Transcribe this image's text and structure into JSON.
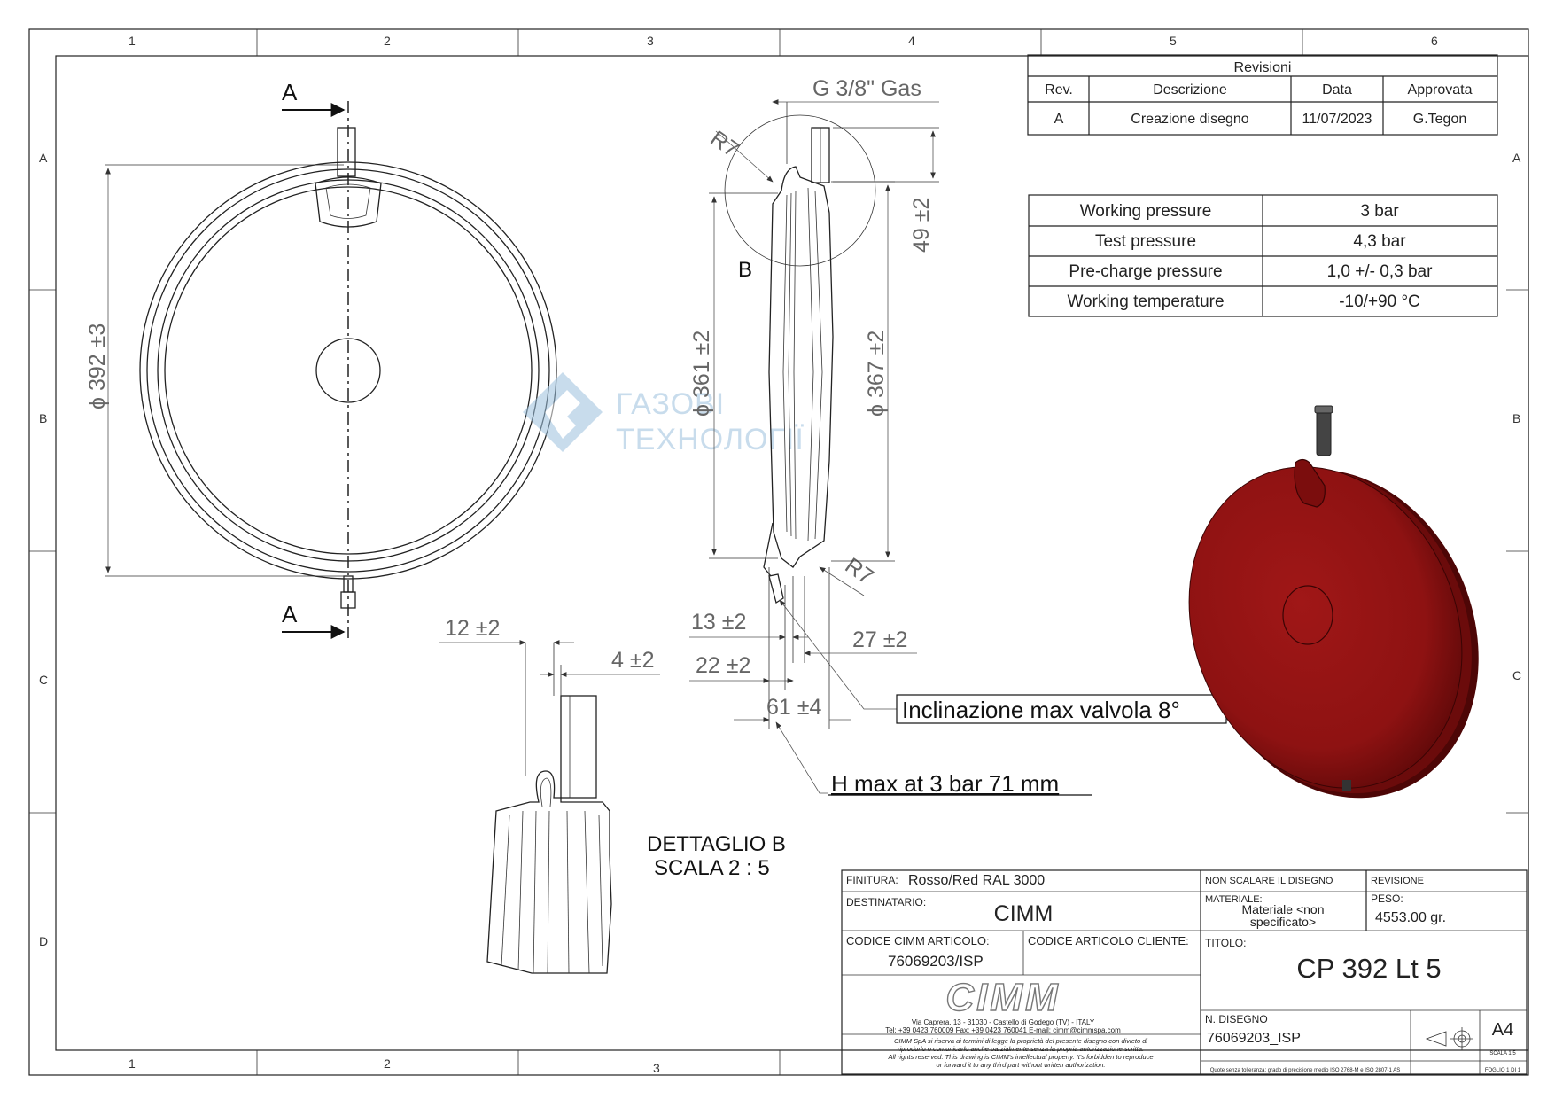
{
  "grid": {
    "columns": [
      "1",
      "2",
      "3",
      "4",
      "5",
      "6"
    ],
    "rows": [
      "A",
      "B",
      "C",
      "D"
    ]
  },
  "views": {
    "section_marker": "A",
    "detail_marker": "B",
    "detail_title_line1": "DETTAGLIO B",
    "detail_title_line2": "SCALA 2 : 5"
  },
  "dimensions": {
    "diameter_outer": "392 ±3",
    "diameter_361": "361 ±2",
    "diameter_367": "367 ±2",
    "connection_thread": "G 3/8\" Gas",
    "radius_top": "R7",
    "radius_bottom": "R7",
    "height_49": "49 ±2",
    "dim_12": "12 ±2",
    "dim_4": "4 ±2",
    "dim_13": "13 ±2",
    "dim_22": "22 ±2",
    "dim_27": "27 ±2",
    "dim_61": "61 ±4"
  },
  "callouts": {
    "valve_inclination": "Inclinazione max valvola 8°",
    "h_max": "H max at 3 bar 71 mm"
  },
  "watermark": {
    "line1": "ГАЗОВІ",
    "line2": "ТЕХНОЛОГІЇ"
  },
  "revisions": {
    "title": "Revisioni",
    "headers": [
      "Rev.",
      "Descrizione",
      "Data",
      "Approvata"
    ],
    "rows": [
      [
        "A",
        "Creazione disegno",
        "11/07/2023",
        "G.Tegon"
      ]
    ]
  },
  "specs": [
    {
      "label": "Working pressure",
      "value": "3 bar"
    },
    {
      "label": "Test pressure",
      "value": "4,3 bar"
    },
    {
      "label": "Pre-charge pressure",
      "value": "1,0 +/- 0,3 bar"
    },
    {
      "label": "Working temperature",
      "value": "-10/+90 °C"
    }
  ],
  "title_block": {
    "finitura_label": "FINITURA:",
    "finitura_value": "Rosso/Red RAL 3000",
    "non_scalare": "NON SCALARE IL DISEGNO",
    "revisione_label": "REVISIONE",
    "destinatario_label": "DESTINATARIO:",
    "destinatario_value": "CIMM",
    "materiale_label": "MATERIALE:",
    "materiale_value_1": "Materiale <non",
    "materiale_value_2": "specificato>",
    "peso_label": "PESO:",
    "peso_value": "4553.00 gr.",
    "codice_cimm_label": "CODICE CIMM ARTICOLO:",
    "codice_cimm_value": "76069203/ISP",
    "codice_cliente_label": "CODICE ARTICOLO CLIENTE:",
    "titolo_label": "TITOLO:",
    "titolo_value": "CP 392 Lt 5",
    "logo_text": "CIMM",
    "address_1": "Via Caprera, 13 - 31030 - Castello di Godego (TV) - ITALY",
    "address_2": "Tel: +39 0423 760009  Fax: +39 0423 760041  E-mail: cimm@cimmspa.com",
    "legal_1": "CIMM SpA si riserva ai termini di legge la proprietà del presente disegno con divieto di",
    "legal_2": "riprodurlo o comunicarlo anche parzialmente senza la propria autorizzazione scritta.",
    "legal_3": "All rights reserved. This drawing is CIMM's intellectual property. It's forbidden to reproduce",
    "legal_4": "or forward it to any third part without written authorization.",
    "n_disegno_label": "N. DISEGNO",
    "n_disegno_value": "76069203_ISP",
    "format": "A4",
    "scale_label": "SCALA 1:5",
    "footer_note": "Quote senza tolleranza: grado di precisione medio ISO 2768-M e ISO 2807-1 AS",
    "sheet": "FOGLIO 1 DI 1"
  },
  "colors": {
    "vessel_red": "#8e1212",
    "vessel_dark": "#5a0808",
    "watermark": "#9cc1de"
  }
}
